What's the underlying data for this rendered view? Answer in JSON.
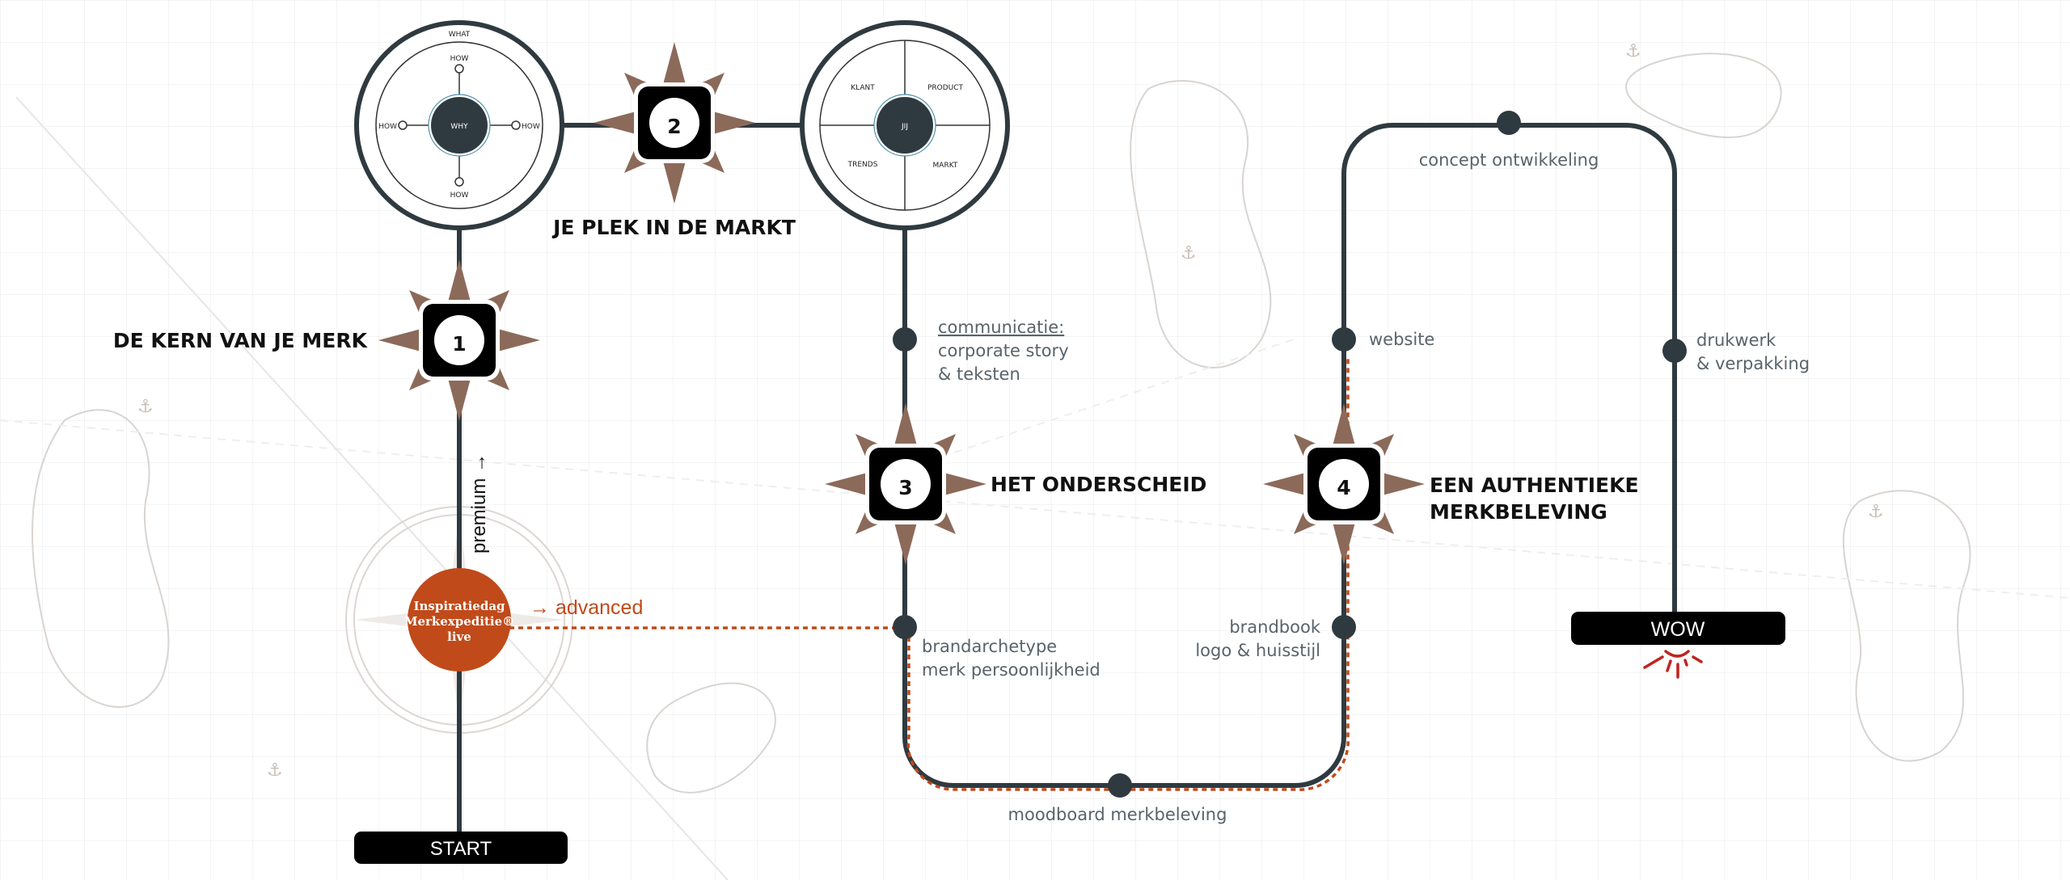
{
  "colors": {
    "route": "#2f3a40",
    "compass": "#8b6a5a",
    "accent": "#c04a1a",
    "wow_rays": "#c0231c"
  },
  "steps": [
    {
      "number": "1",
      "title": "DE KERN VAN JE MERK"
    },
    {
      "number": "2",
      "title": "JE PLEK IN DE MARKT"
    },
    {
      "number": "3",
      "title": "HET ONDERSCHEID"
    },
    {
      "number": "4",
      "title_line1": "EEN AUTHENTIEKE",
      "title_line2": "MERKBELEVING"
    }
  ],
  "golden_circle": {
    "what": "WHAT",
    "why": "WHY",
    "how": "HOW"
  },
  "market_circle": {
    "center": "JIJ",
    "quadrants": [
      "KLANT",
      "PRODUCT",
      "TRENDS",
      "MARKT"
    ]
  },
  "start": {
    "label": "START",
    "event_line1": "Inspiratiedag",
    "event_line2": "Merkexpeditie®",
    "event_line3": "live"
  },
  "routes": {
    "premium": "premium →",
    "advanced": "→ advanced"
  },
  "milestones": {
    "communicatie_title": "communicatie:",
    "communicatie_line2": "corporate story",
    "communicatie_line3": "& teksten",
    "brandarchetype_line1": "brandarchetype",
    "brandarchetype_line2": "merk persoonlijkheid",
    "moodboard": "moodboard merkbeleving",
    "brandbook_line1": "brandbook",
    "brandbook_line2": "logo & huisstijl",
    "website": "website",
    "concept": "concept ontwikkeling",
    "drukwerk_line1": "drukwerk",
    "drukwerk_line2": "& verpakking"
  },
  "finish": {
    "label": "WOW"
  }
}
